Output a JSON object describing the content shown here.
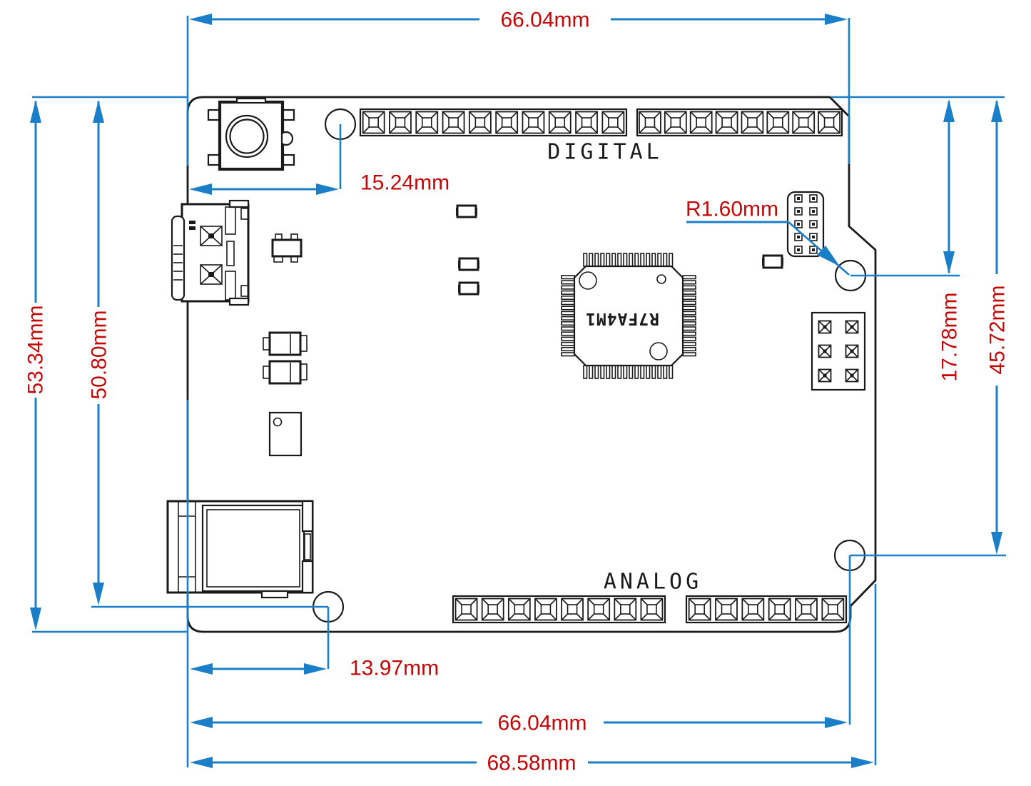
{
  "diagram": {
    "type": "mechanical dimension drawing",
    "subject": "Arduino UNO-format development board, top view",
    "background": "#ffffff",
    "colors": {
      "dimension_line": "#1b7ec8",
      "dimension_text": "#c40808",
      "outline": "#1a1a1a"
    },
    "dimensions": {
      "top_width": "66.04mm",
      "reset_to_hole": "15.24mm",
      "hole_radius": "R1.60mm",
      "board_height": "53.34mm",
      "top_edge_to_bottom_hole": "50.80mm",
      "top_edge_to_right_hole": "17.78mm",
      "top_edge_to_lower_right_hole": "45.72mm",
      "left_edge_to_bottom_hole": "13.97mm",
      "bottom_hole_span": "66.04mm",
      "overall_width": "68.58mm"
    },
    "labels": {
      "digital_header": "DIGITAL",
      "analog_header": "ANALOG",
      "mcu_marking": "R7FA4M1"
    },
    "headers": {
      "digital": {
        "left_pins": 10,
        "right_pins": 8
      },
      "analog": {
        "left_pins": 8,
        "right_pins": 6
      },
      "icsp": {
        "rows": 3,
        "cols": 2
      },
      "swd": {
        "rows": 5,
        "cols": 2
      }
    },
    "mcu": {
      "pins_per_side": 16
    },
    "mounting_holes": 4
  }
}
